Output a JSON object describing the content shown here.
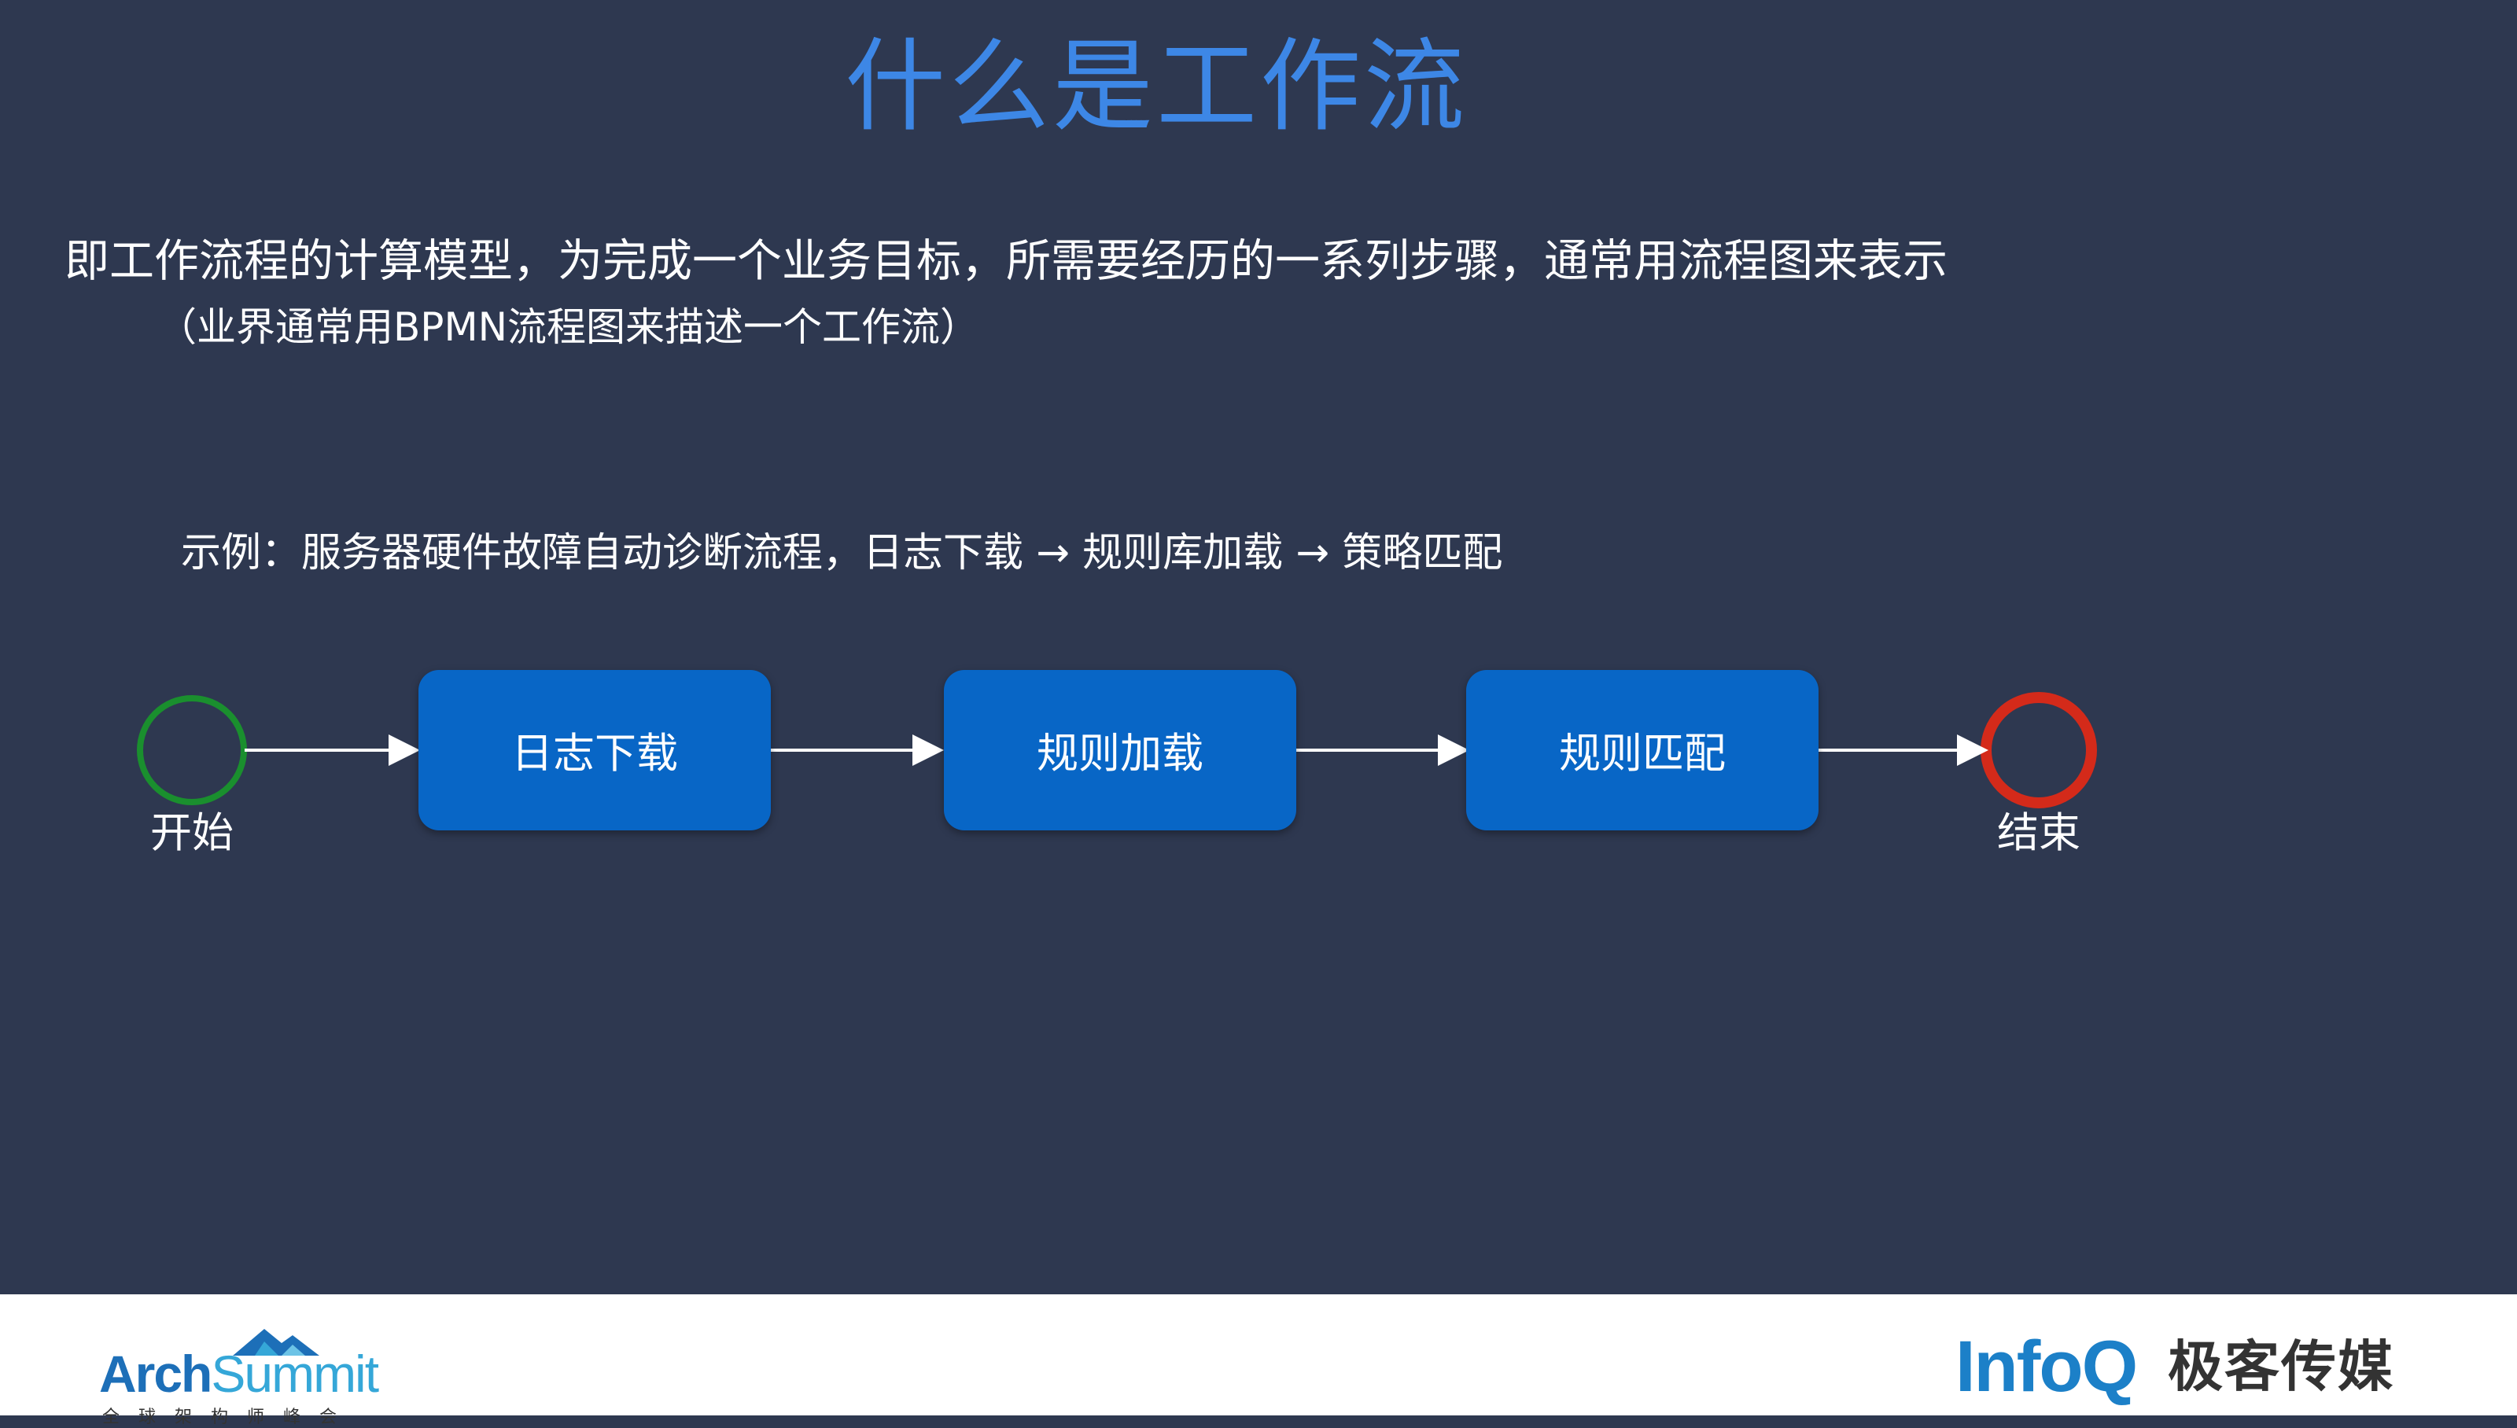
{
  "slide": {
    "title": "什么是工作流",
    "definition": "即工作流程的计算模型，为完成一个业务目标，所需要经历的一系列步骤，通常用流程图来表示",
    "note": "（业界通常用BPMN流程图来描述一个工作流）",
    "example": "示例：服务器硬件故障自动诊断流程，日志下载 → 规则库加载 → 策略匹配"
  },
  "flow": {
    "start_label": "开始",
    "end_label": "结束",
    "steps": [
      "日志下载",
      "规则加载",
      "规则匹配"
    ],
    "colors": {
      "start_stroke": "#1a8f2e",
      "end_stroke": "#d42a1a",
      "step_fill": "#0866c6",
      "arrow": "#ffffff"
    }
  },
  "footer": {
    "left_logo_bold": "Arch",
    "left_logo_light": "Summit",
    "left_logo_sub": "全球架构师峰会",
    "right_logo": "InfoQ",
    "right_logo_media": "极客传媒"
  },
  "colors": {
    "background": "#2e3850",
    "title": "#3d87e6",
    "text": "#ffffff"
  }
}
